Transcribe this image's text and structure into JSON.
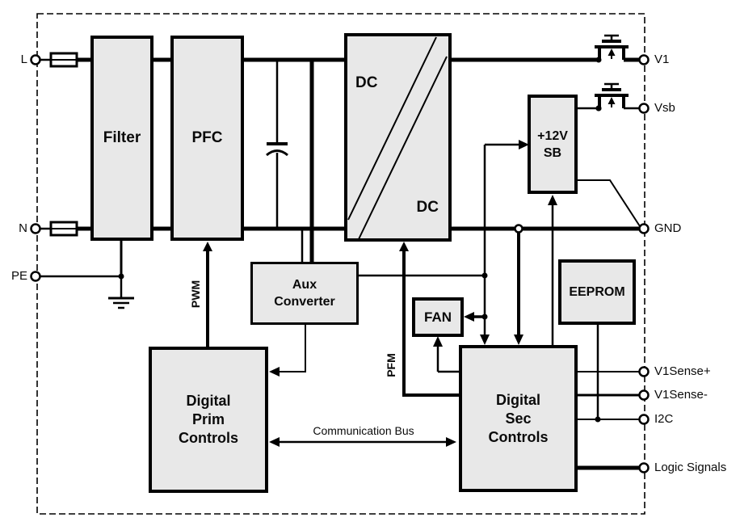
{
  "colors": {
    "background": "#ffffff",
    "block_fill": "#e8e8e8",
    "line": "#000000",
    "text": "#0a0a0a"
  },
  "blocks": {
    "filter": {
      "label": "Filter"
    },
    "pfc": {
      "label": "PFC"
    },
    "dcdc": {
      "label_top": "DC",
      "label_bottom": "DC"
    },
    "aux": {
      "label": "Aux\nConverter"
    },
    "sb12": {
      "label": "+12V\nSB"
    },
    "fan": {
      "label": "FAN"
    },
    "eeprom": {
      "label": "EEPROM"
    },
    "prim": {
      "label": "Digital\nPrim\nControls"
    },
    "sec": {
      "label": "Digital\nSec\nControls"
    }
  },
  "terminals_left": [
    {
      "label": "L"
    },
    {
      "label": "N"
    },
    {
      "label": "PE"
    }
  ],
  "terminals_right": [
    {
      "label": "V1"
    },
    {
      "label": "Vsb"
    },
    {
      "label": "GND"
    },
    {
      "label": "V1Sense+"
    },
    {
      "label": "V1Sense-"
    },
    {
      "label": "I2C"
    },
    {
      "label": "Logic Signals"
    }
  ],
  "signals": {
    "pwm": "PWM",
    "pfm": "PFM",
    "comm_bus": "Communication Bus"
  },
  "symbols": [
    "fuse-icon",
    "capacitor-icon",
    "mosfet-icon",
    "earth-ground-icon",
    "terminal-circle",
    "junction-dot",
    "line-hop-circle"
  ]
}
